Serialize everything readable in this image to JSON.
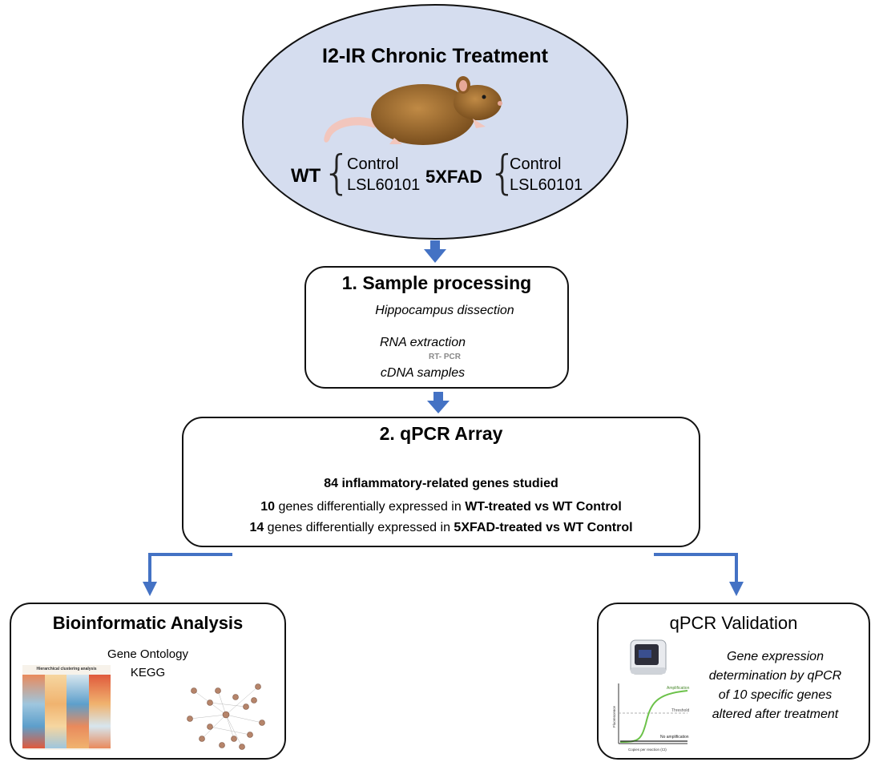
{
  "treatment": {
    "title": "I2-IR Chronic Treatment",
    "groups": [
      {
        "name": "WT",
        "arms": [
          "Control",
          "LSL60101"
        ]
      },
      {
        "name": "5XFAD",
        "arms": [
          "Control",
          "LSL60101"
        ]
      }
    ]
  },
  "sample_processing": {
    "title": "1. Sample processing",
    "steps": [
      "Hippocampus dissection",
      "RNA extraction",
      "cDNA samples"
    ],
    "step_note": "RT- PCR"
  },
  "qpcr_array": {
    "title": "2. qPCR Array",
    "summary": "84 inflammatory-related genes studied",
    "findings": [
      {
        "count": "10",
        "text": " genes differentially expressed in ",
        "comparison": "WT-treated vs WT Control"
      },
      {
        "count": "14",
        "text": " genes differentially expressed in ",
        "comparison": "5XFAD-treated vs WT Control"
      }
    ]
  },
  "bioinformatic": {
    "title": "Bioinformatic Analysis",
    "methods": [
      "Gene Ontology",
      "KEGG"
    ],
    "heatmap_title": "Hierarchical clustering analysis"
  },
  "validation": {
    "title": "qPCR Validation",
    "description_lines": [
      "Gene expression",
      "determination by qPCR",
      "of 10 specific genes",
      "altered after treatment"
    ],
    "plot_labels": {
      "amplification": "Amplification",
      "threshold": "Threshold",
      "no_amplification": "No amplification",
      "ylabel": "Fluorescence",
      "xlabel": "Copies per reaction (Ct)"
    }
  },
  "colors": {
    "ellipse_fill": "#d5ddef",
    "arrow": "#4472c4",
    "mouse_body": "#9c6b2f",
    "mouse_tail": "#f2c6bd",
    "brain": "#e9b8b0",
    "curve": "#6cc24a"
  }
}
